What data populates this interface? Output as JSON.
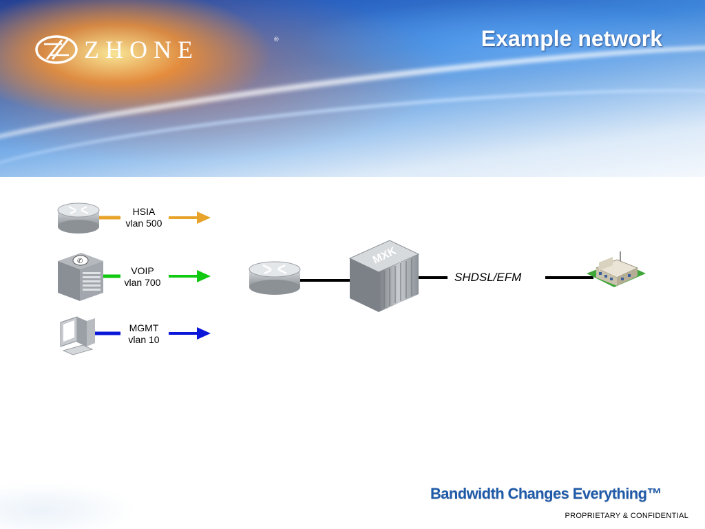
{
  "brand": {
    "logo_text": "ZHONE",
    "registered_mark": "®"
  },
  "slide": {
    "title": "Example network"
  },
  "services": [
    {
      "name": "HSIA",
      "vlan": "vlan 500",
      "arrow_color": "#e8a32a"
    },
    {
      "name": "VOIP",
      "vlan": "vlan 700",
      "arrow_color": "#12c912"
    },
    {
      "name": "MGMT",
      "vlan": "vlan 10",
      "arrow_color": "#0a16d8"
    }
  ],
  "devices": {
    "mxk_label": "MXK"
  },
  "link": {
    "label": "SHDSL/EFM"
  },
  "tagline": {
    "text": "Bandwidth Changes Everything",
    "tm": "™"
  },
  "footer": {
    "text": "PROPRIETARY & CONFIDENTIAL"
  }
}
